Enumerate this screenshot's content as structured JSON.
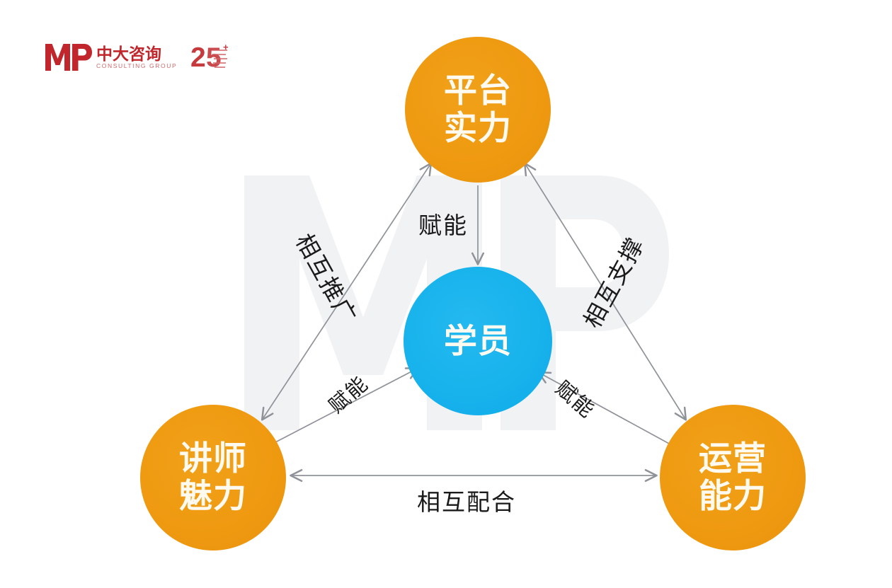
{
  "brand": {
    "logo_mark_text": "MP",
    "name_cn": "中大咨询",
    "name_en": "CONSULTING GROUP",
    "anniversary": "25",
    "anniversary_plus": "+",
    "mark_color": "#c0262b",
    "cn_color": "#c0262b",
    "en_color": "#cf6a6c"
  },
  "watermark": {
    "text": "MP",
    "color": "#f2f3f5"
  },
  "diagram": {
    "type": "triangle-relationship",
    "colors": {
      "node_orange": "#ef9a11",
      "node_cyan": "#17b2ec",
      "arrow": "#8f9399",
      "label_text": "#1a1a1a",
      "node_text": "#fffaf0",
      "background": "#ffffff"
    },
    "nodes": [
      {
        "id": "platform",
        "line1": "平台",
        "line2": "实力",
        "role": "vertex-top",
        "color": "#ef9a11"
      },
      {
        "id": "trainer",
        "line1": "讲师",
        "line2": "魅力",
        "role": "vertex-bottom-left",
        "color": "#ef9a11"
      },
      {
        "id": "operation",
        "line1": "运营",
        "line2": "能力",
        "role": "vertex-bottom-right",
        "color": "#ef9a11"
      },
      {
        "id": "student",
        "line1": "学员",
        "line2": "",
        "role": "center",
        "color": "#17b2ec"
      }
    ],
    "edges": [
      {
        "id": "platform-to-student",
        "label": "赋能",
        "from": "platform",
        "to": "student",
        "arrow": "single"
      },
      {
        "id": "trainer-to-student",
        "label": "赋能",
        "from": "trainer",
        "to": "student",
        "arrow": "single"
      },
      {
        "id": "operation-to-student",
        "label": "赋能",
        "from": "operation",
        "to": "student",
        "arrow": "single"
      },
      {
        "id": "trainer-platform",
        "label": "相互推广",
        "from": "trainer",
        "to": "platform",
        "arrow": "double"
      },
      {
        "id": "platform-operation",
        "label": "相互支撑",
        "from": "platform",
        "to": "operation",
        "arrow": "double"
      },
      {
        "id": "trainer-operation",
        "label": "相互配合",
        "from": "trainer",
        "to": "operation",
        "arrow": "double"
      }
    ]
  }
}
